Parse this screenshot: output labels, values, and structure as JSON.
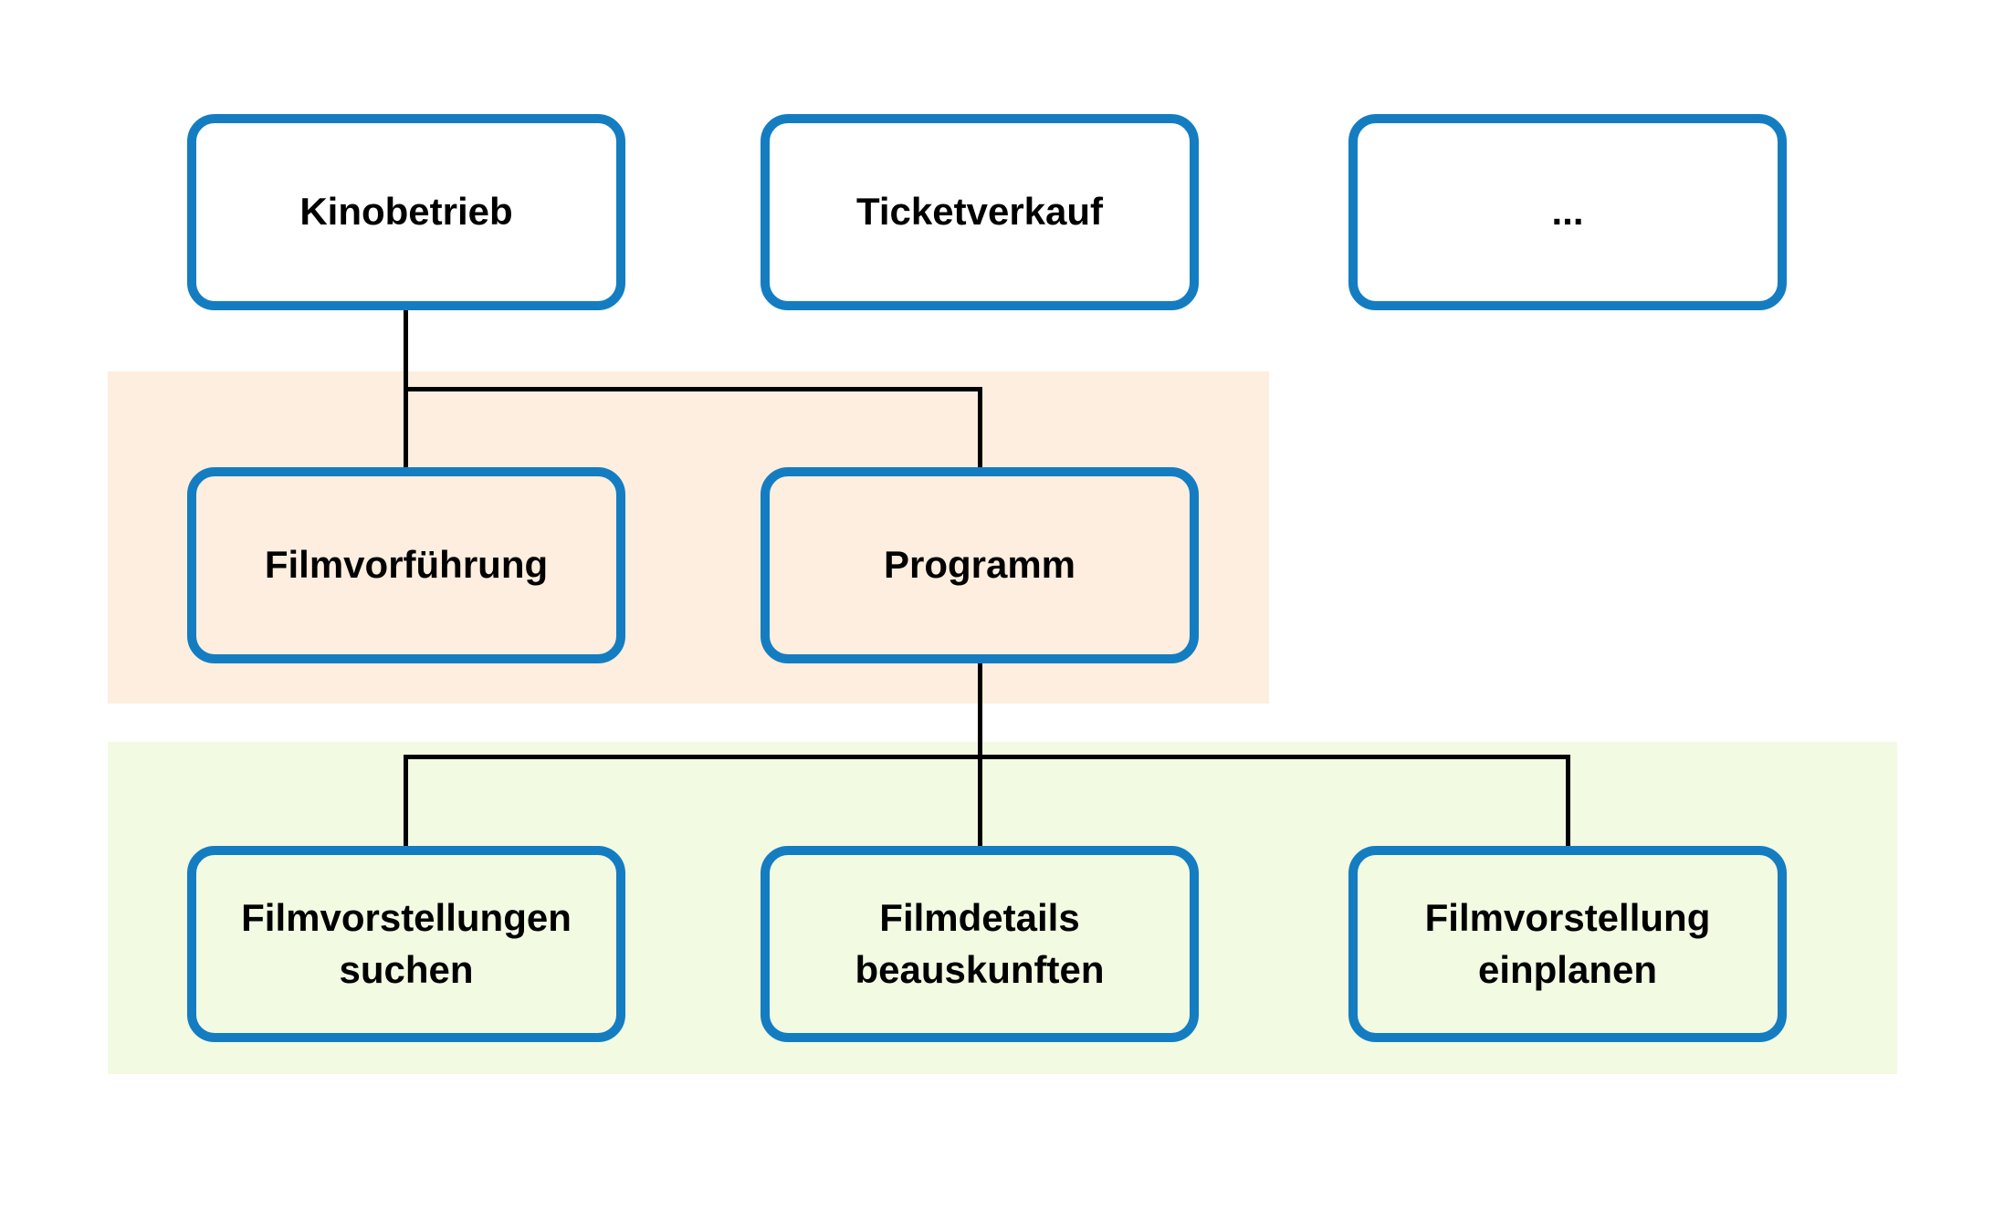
{
  "diagram": {
    "type": "hierarchy-tree",
    "language": "de",
    "colors": {
      "box_border": "#147dc2",
      "connector": "#000000",
      "text": "#000000",
      "top_row_fill": "#ffffff",
      "level2_band_fill": "#fdeedf",
      "level3_band_fill": "#f2fae2",
      "background": "#ffffff"
    },
    "nodes": {
      "kinobetrieb": {
        "label": "Kinobetrieb"
      },
      "ticketverkauf": {
        "label": "Ticketverkauf"
      },
      "ellipsis": {
        "label": "..."
      },
      "filmvorfuehrung": {
        "label": "Filmvorführung"
      },
      "programm": {
        "label": "Programm"
      },
      "filmvorstellungen_suchen": {
        "label": "Filmvorstellungen suchen"
      },
      "filmdetails_beauskunften": {
        "label": "Filmdetails beauskunften"
      },
      "filmvorstellung_einplanen": {
        "label": "Filmvorstellung einplanen"
      }
    },
    "edges": [
      {
        "from": "kinobetrieb",
        "to": "filmvorfuehrung"
      },
      {
        "from": "kinobetrieb",
        "to": "programm"
      },
      {
        "from": "programm",
        "to": "filmvorstellungen_suchen"
      },
      {
        "from": "programm",
        "to": "filmdetails_beauskunften"
      },
      {
        "from": "programm",
        "to": "filmvorstellung_einplanen"
      }
    ]
  }
}
